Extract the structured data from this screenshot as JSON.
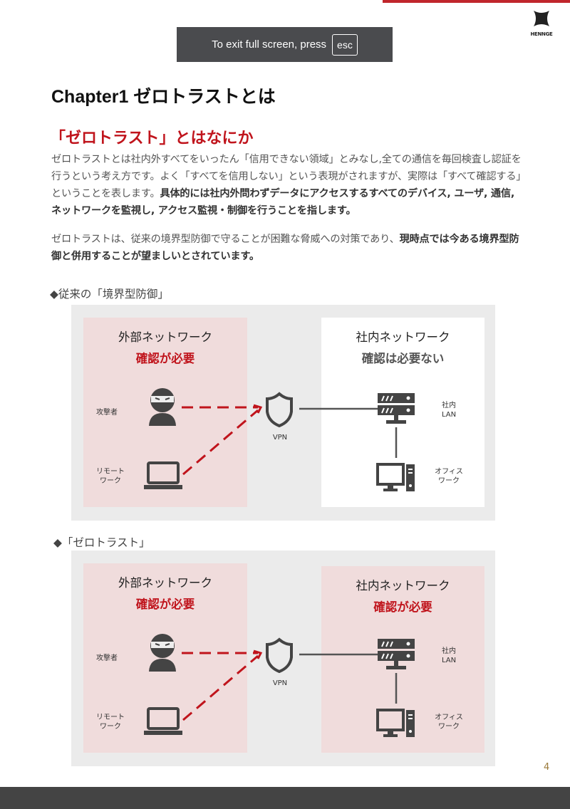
{
  "logo": "HENNGE",
  "toast": {
    "text": "To exit full screen, press",
    "key": "esc"
  },
  "chapter_title": "Chapter1 ゼロトラストとは",
  "section_title": "「ゼロトラスト」とはなにか",
  "para1": {
    "normal": "ゼロトラストとは社内外すべてをいったん「信用できない領域」とみなし,全ての通信を毎回検査し認証を行うという考え方です。よく「すべてを信用しない」という表現がされますが、実際は「すべて確認する」ということを表します。",
    "bold": "具体的には社内外問わずデータにアクセスするすべてのデバイス, ユーザ, 通信, ネットワークを監視し, アクセス監視・制御を行うことを指します。"
  },
  "para2": {
    "normal": "ゼロトラストは、従来の境界型防御で守ることが困難な脅威への対策であり、",
    "bold": "現時点では今ある境界型防御と併用することが望ましいとされています。"
  },
  "diagrams": [
    {
      "heading": "◆従来の「境界型防御」",
      "external_title": "外部ネットワーク",
      "external_status": "確認が必要",
      "internal_title": "社内ネットワーク",
      "internal_status": "確認は必要ない",
      "attacker": "攻撃者",
      "remote": "リモート\nワーク",
      "vpn": "VPN",
      "lan": "社内\nLAN",
      "office": "オフィス\nワーク"
    },
    {
      "heading": "◆「ゼロトラスト」",
      "external_title": "外部ネットワーク",
      "external_status": "確認が必要",
      "internal_title": "社内ネットワーク",
      "internal_status": "確認が必要",
      "attacker": "攻撃者",
      "remote": "リモート\nワーク",
      "vpn": "VPN",
      "lan": "社内\nLAN",
      "office": "オフィス\nワーク"
    }
  ],
  "page_number": "4",
  "colors": {
    "accent": "#c0141c",
    "pink": "#f0dcdc",
    "panel": "#ebebeb"
  }
}
